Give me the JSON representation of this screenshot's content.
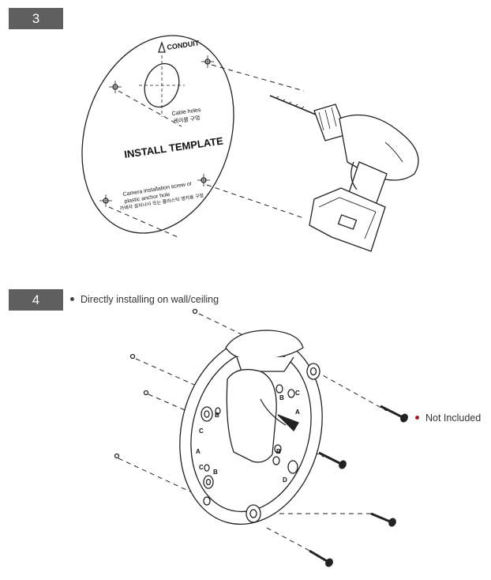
{
  "step3": {
    "number": "3"
  },
  "step4": {
    "number": "4",
    "note": "Directly installing on wall/ceiling"
  },
  "callouts": {
    "not_included": "Not Included"
  },
  "template": {
    "title": "INSTALL TEMPLATE",
    "conduit": "CONDUIT",
    "cable_holes": "Cable holes",
    "cable_holes_kr": "케이블 구멍",
    "screw_note_1": "Camera installation screw or",
    "screw_note_2": "plastic anchor hole",
    "screw_note_kr": "카메라 설치나사 또는 플라스틱 앵커용 구멍"
  },
  "bracket_labels": {
    "a": "A",
    "b": "B",
    "c": "C",
    "d": "D"
  },
  "colors": {
    "badge": "#5f5f5f",
    "line": "#222222",
    "accent_dot": "#9b1c2c"
  },
  "icons": {
    "drill": "power-drill-icon",
    "screw": "screw-icon"
  }
}
